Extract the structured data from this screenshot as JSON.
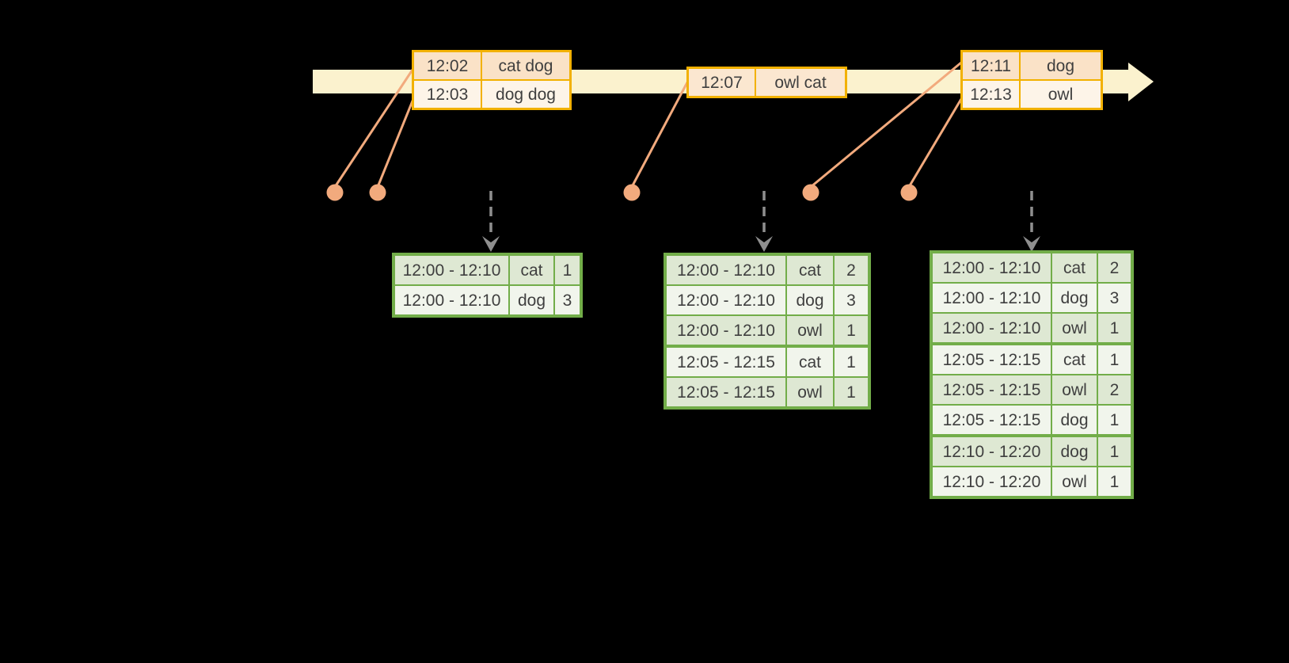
{
  "colors": {
    "background": "#000000",
    "timeline": "#FBF2CE",
    "event_border": "#F2B100",
    "event_row_odd": "#FAE2C7",
    "event_row_even": "#FDF4E8",
    "event_row_single": "#FBE7D0",
    "connector": "#F2AA7D",
    "dashed_arrow": "#8F8F8F",
    "result_border": "#72AD49",
    "result_row_odd": "#DEE8D3",
    "result_row_even": "#F1F5EC",
    "text": "#3F3F3F"
  },
  "event_tables": [
    {
      "name": "events-batch-1",
      "rows": [
        {
          "time": "12:02",
          "words": "cat dog"
        },
        {
          "time": "12:03",
          "words": "dog dog"
        }
      ]
    },
    {
      "name": "events-batch-2",
      "rows": [
        {
          "time": "12:07",
          "words": "owl cat"
        }
      ]
    },
    {
      "name": "events-batch-3",
      "rows": [
        {
          "time": "12:11",
          "words": "dog"
        },
        {
          "time": "12:13",
          "words": "owl"
        }
      ]
    }
  ],
  "result_tables": [
    {
      "name": "window-results-1",
      "group_starts": [],
      "rows": [
        {
          "window": "12:00 - 12:10",
          "key": "cat",
          "count": "1"
        },
        {
          "window": "12:00 - 12:10",
          "key": "dog",
          "count": "3"
        }
      ]
    },
    {
      "name": "window-results-2",
      "group_starts": [
        3
      ],
      "rows": [
        {
          "window": "12:00 - 12:10",
          "key": "cat",
          "count": "2"
        },
        {
          "window": "12:00 - 12:10",
          "key": "dog",
          "count": "3"
        },
        {
          "window": "12:00 - 12:10",
          "key": "owl",
          "count": "1"
        },
        {
          "window": "12:05 - 12:15",
          "key": "cat",
          "count": "1"
        },
        {
          "window": "12:05 - 12:15",
          "key": "owl",
          "count": "1"
        }
      ]
    },
    {
      "name": "window-results-3",
      "group_starts": [
        3,
        6
      ],
      "rows": [
        {
          "window": "12:00 - 12:10",
          "key": "cat",
          "count": "2"
        },
        {
          "window": "12:00 - 12:10",
          "key": "dog",
          "count": "3"
        },
        {
          "window": "12:00 - 12:10",
          "key": "owl",
          "count": "1"
        },
        {
          "window": "12:05 - 12:15",
          "key": "cat",
          "count": "1"
        },
        {
          "window": "12:05 - 12:15",
          "key": "owl",
          "count": "2"
        },
        {
          "window": "12:05 - 12:15",
          "key": "dog",
          "count": "1"
        },
        {
          "window": "12:10 - 12:20",
          "key": "dog",
          "count": "1"
        },
        {
          "window": "12:10 - 12:20",
          "key": "owl",
          "count": "1"
        }
      ]
    }
  ]
}
